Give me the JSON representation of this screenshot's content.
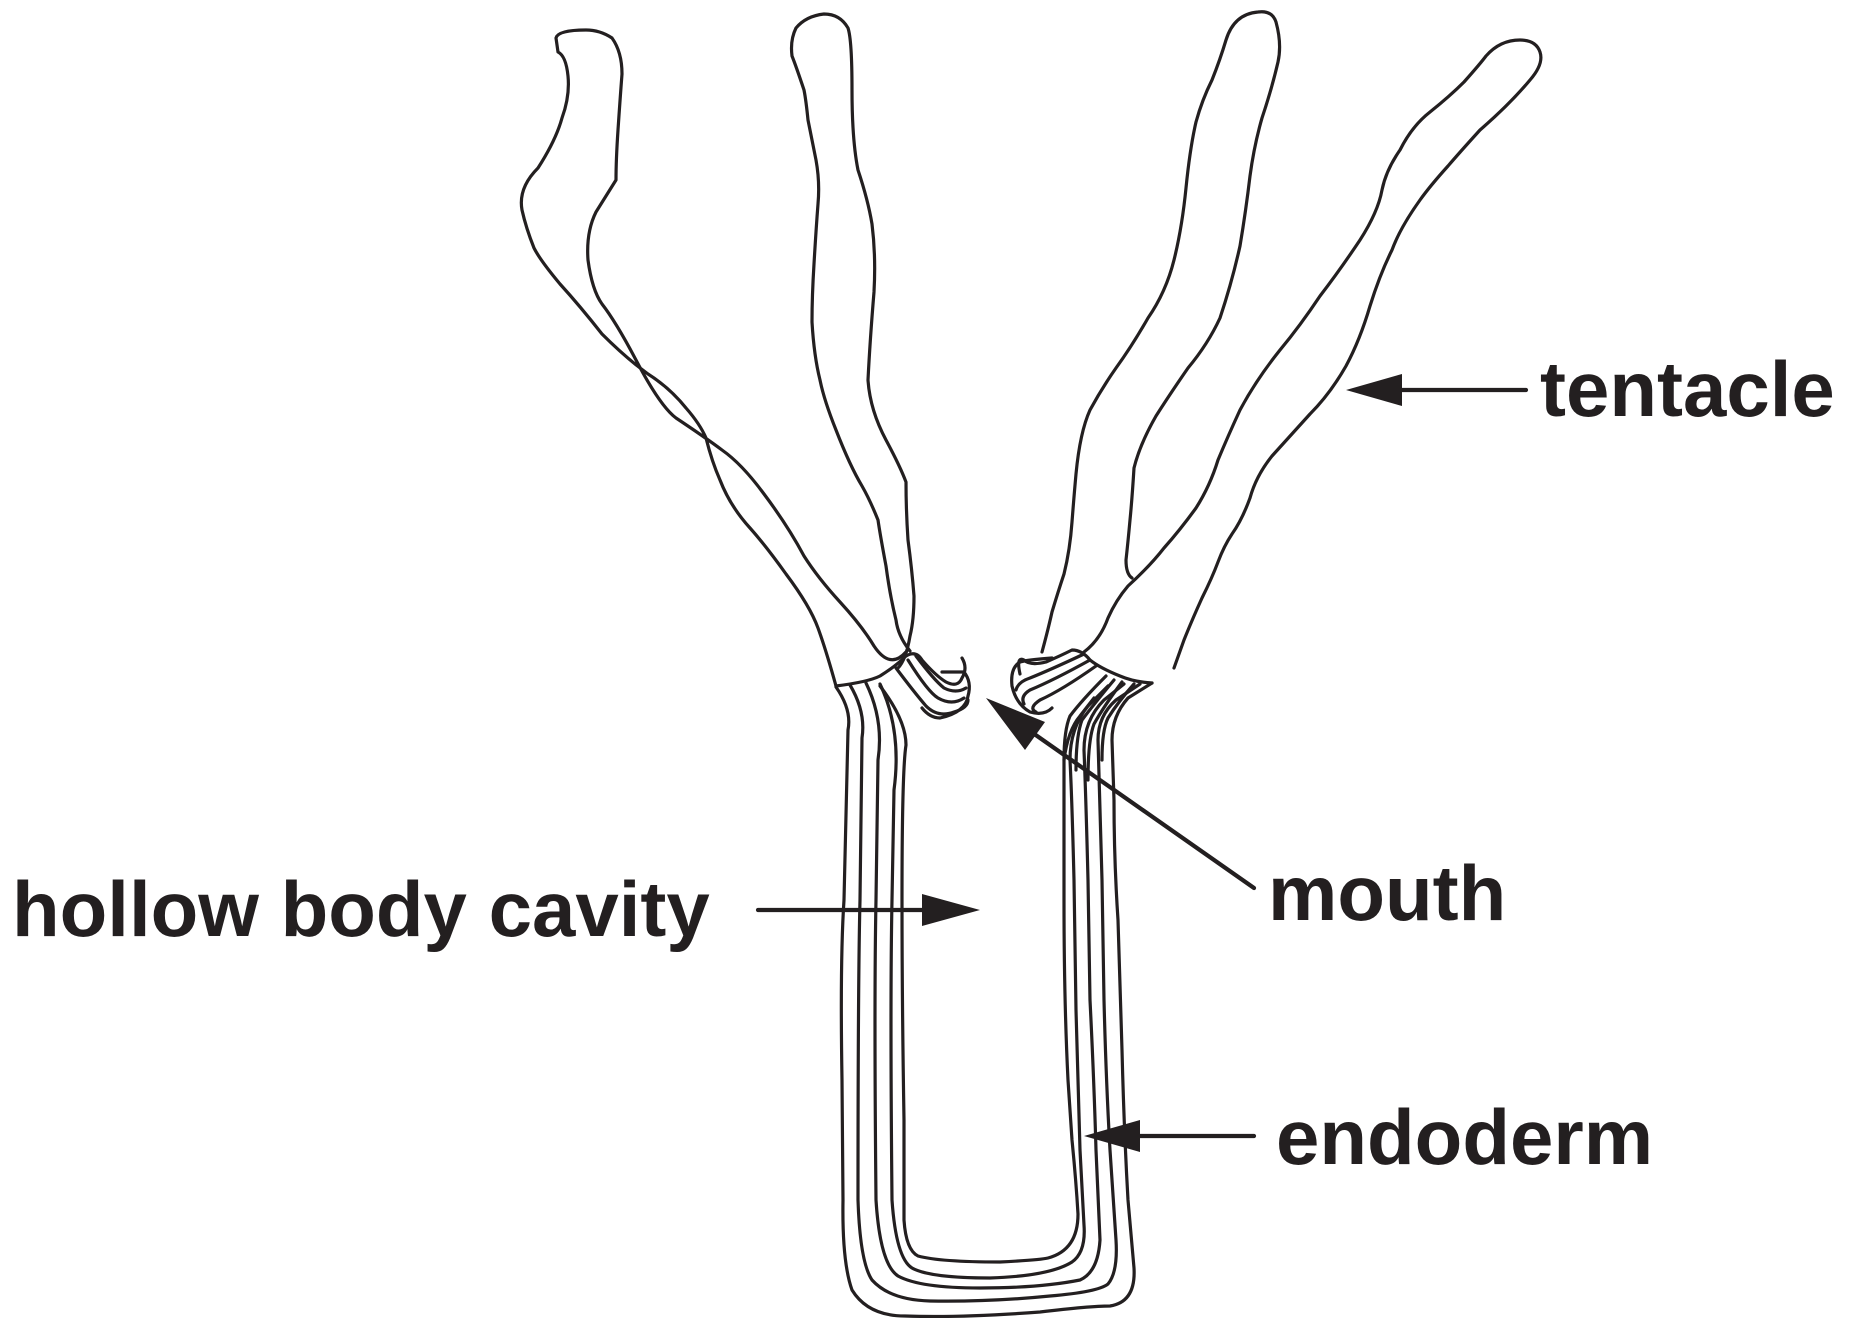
{
  "labels": {
    "tentacle": "tentacle",
    "mouth": "mouth",
    "hollow_body_cavity": "hollow body cavity",
    "endoderm": "endoderm"
  },
  "colors": {
    "line": "#231f20",
    "background": "#ffffff"
  }
}
